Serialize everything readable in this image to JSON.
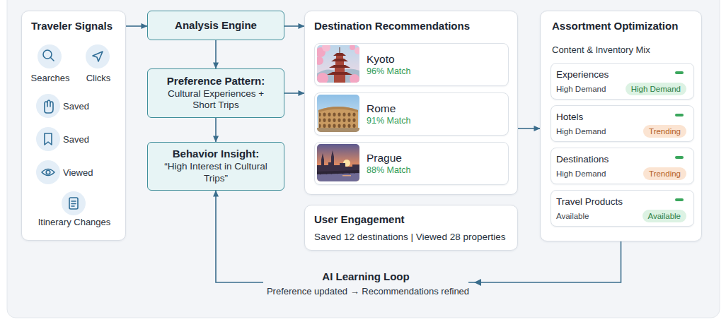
{
  "diagram": {
    "nodes": [
      {
        "text": [
          "Traveler Signals",
          "Searches",
          "Clicks",
          "Saved",
          "Saved",
          "Viewed",
          "Itinerary Changes"
        ]
      },
      {
        "text": [
          "Analysis Engine"
        ]
      },
      {
        "text": [
          "Preference Pattern:",
          "Cultural Experiences + Short Trips"
        ]
      },
      {
        "text": [
          "Behavior Insight:",
          "“High Interest in Cultural Trips”"
        ]
      },
      {
        "text": [
          "Destination Recommendations"
        ]
      },
      {
        "text": [
          "Kyoto",
          "96% Match"
        ],
        "in": 4
      },
      {
        "text": [
          "Rome",
          "91% Match"
        ],
        "in": 4
      },
      {
        "text": [
          "Prague",
          "88% Match"
        ],
        "in": 4
      },
      {
        "text": [
          "User Engagement",
          "Saved 12 destinations | Viewed 28 properties"
        ]
      },
      {
        "text": [
          "Assortment Optimization",
          "Content & Inventory Mix"
        ]
      },
      {
        "text": [
          "Experiences",
          "High Demand"
        ],
        "in": 9
      },
      {
        "text": [
          "High Demand"
        ],
        "in": 10
      },
      {
        "text": [
          "Hotels",
          "High Demand"
        ],
        "in": 9
      },
      {
        "text": [
          "Trending"
        ],
        "in": 12
      },
      {
        "text": [
          "Destinations",
          "High Demand"
        ],
        "in": 9
      },
      {
        "text": [
          "Trending"
        ],
        "in": 14
      },
      {
        "text": [
          "Travel Products",
          "Available"
        ],
        "in": 9
      },
      {
        "text": [
          "Available"
        ],
        "in": 16
      }
    ],
    "edges": [
      {
        "from": 0,
        "to": 1,
        "arrow": "to"
      },
      {
        "from": 1,
        "to": 2,
        "arrow": "to"
      },
      {
        "from": 2,
        "to": 3,
        "arrow": "to"
      },
      {
        "from": 1,
        "to": 4,
        "arrow": "to"
      },
      {
        "from": 2,
        "to": 4,
        "arrow": "to"
      },
      {
        "from": 4,
        "to": 9,
        "arrow": "to"
      },
      {
        "from": 9,
        "to": 3,
        "label": "AI Learning Loop",
        "arrow": "to"
      }
    ],
    "labels": [
      "Preference updated → Recommendations refined"
    ]
  }
}
